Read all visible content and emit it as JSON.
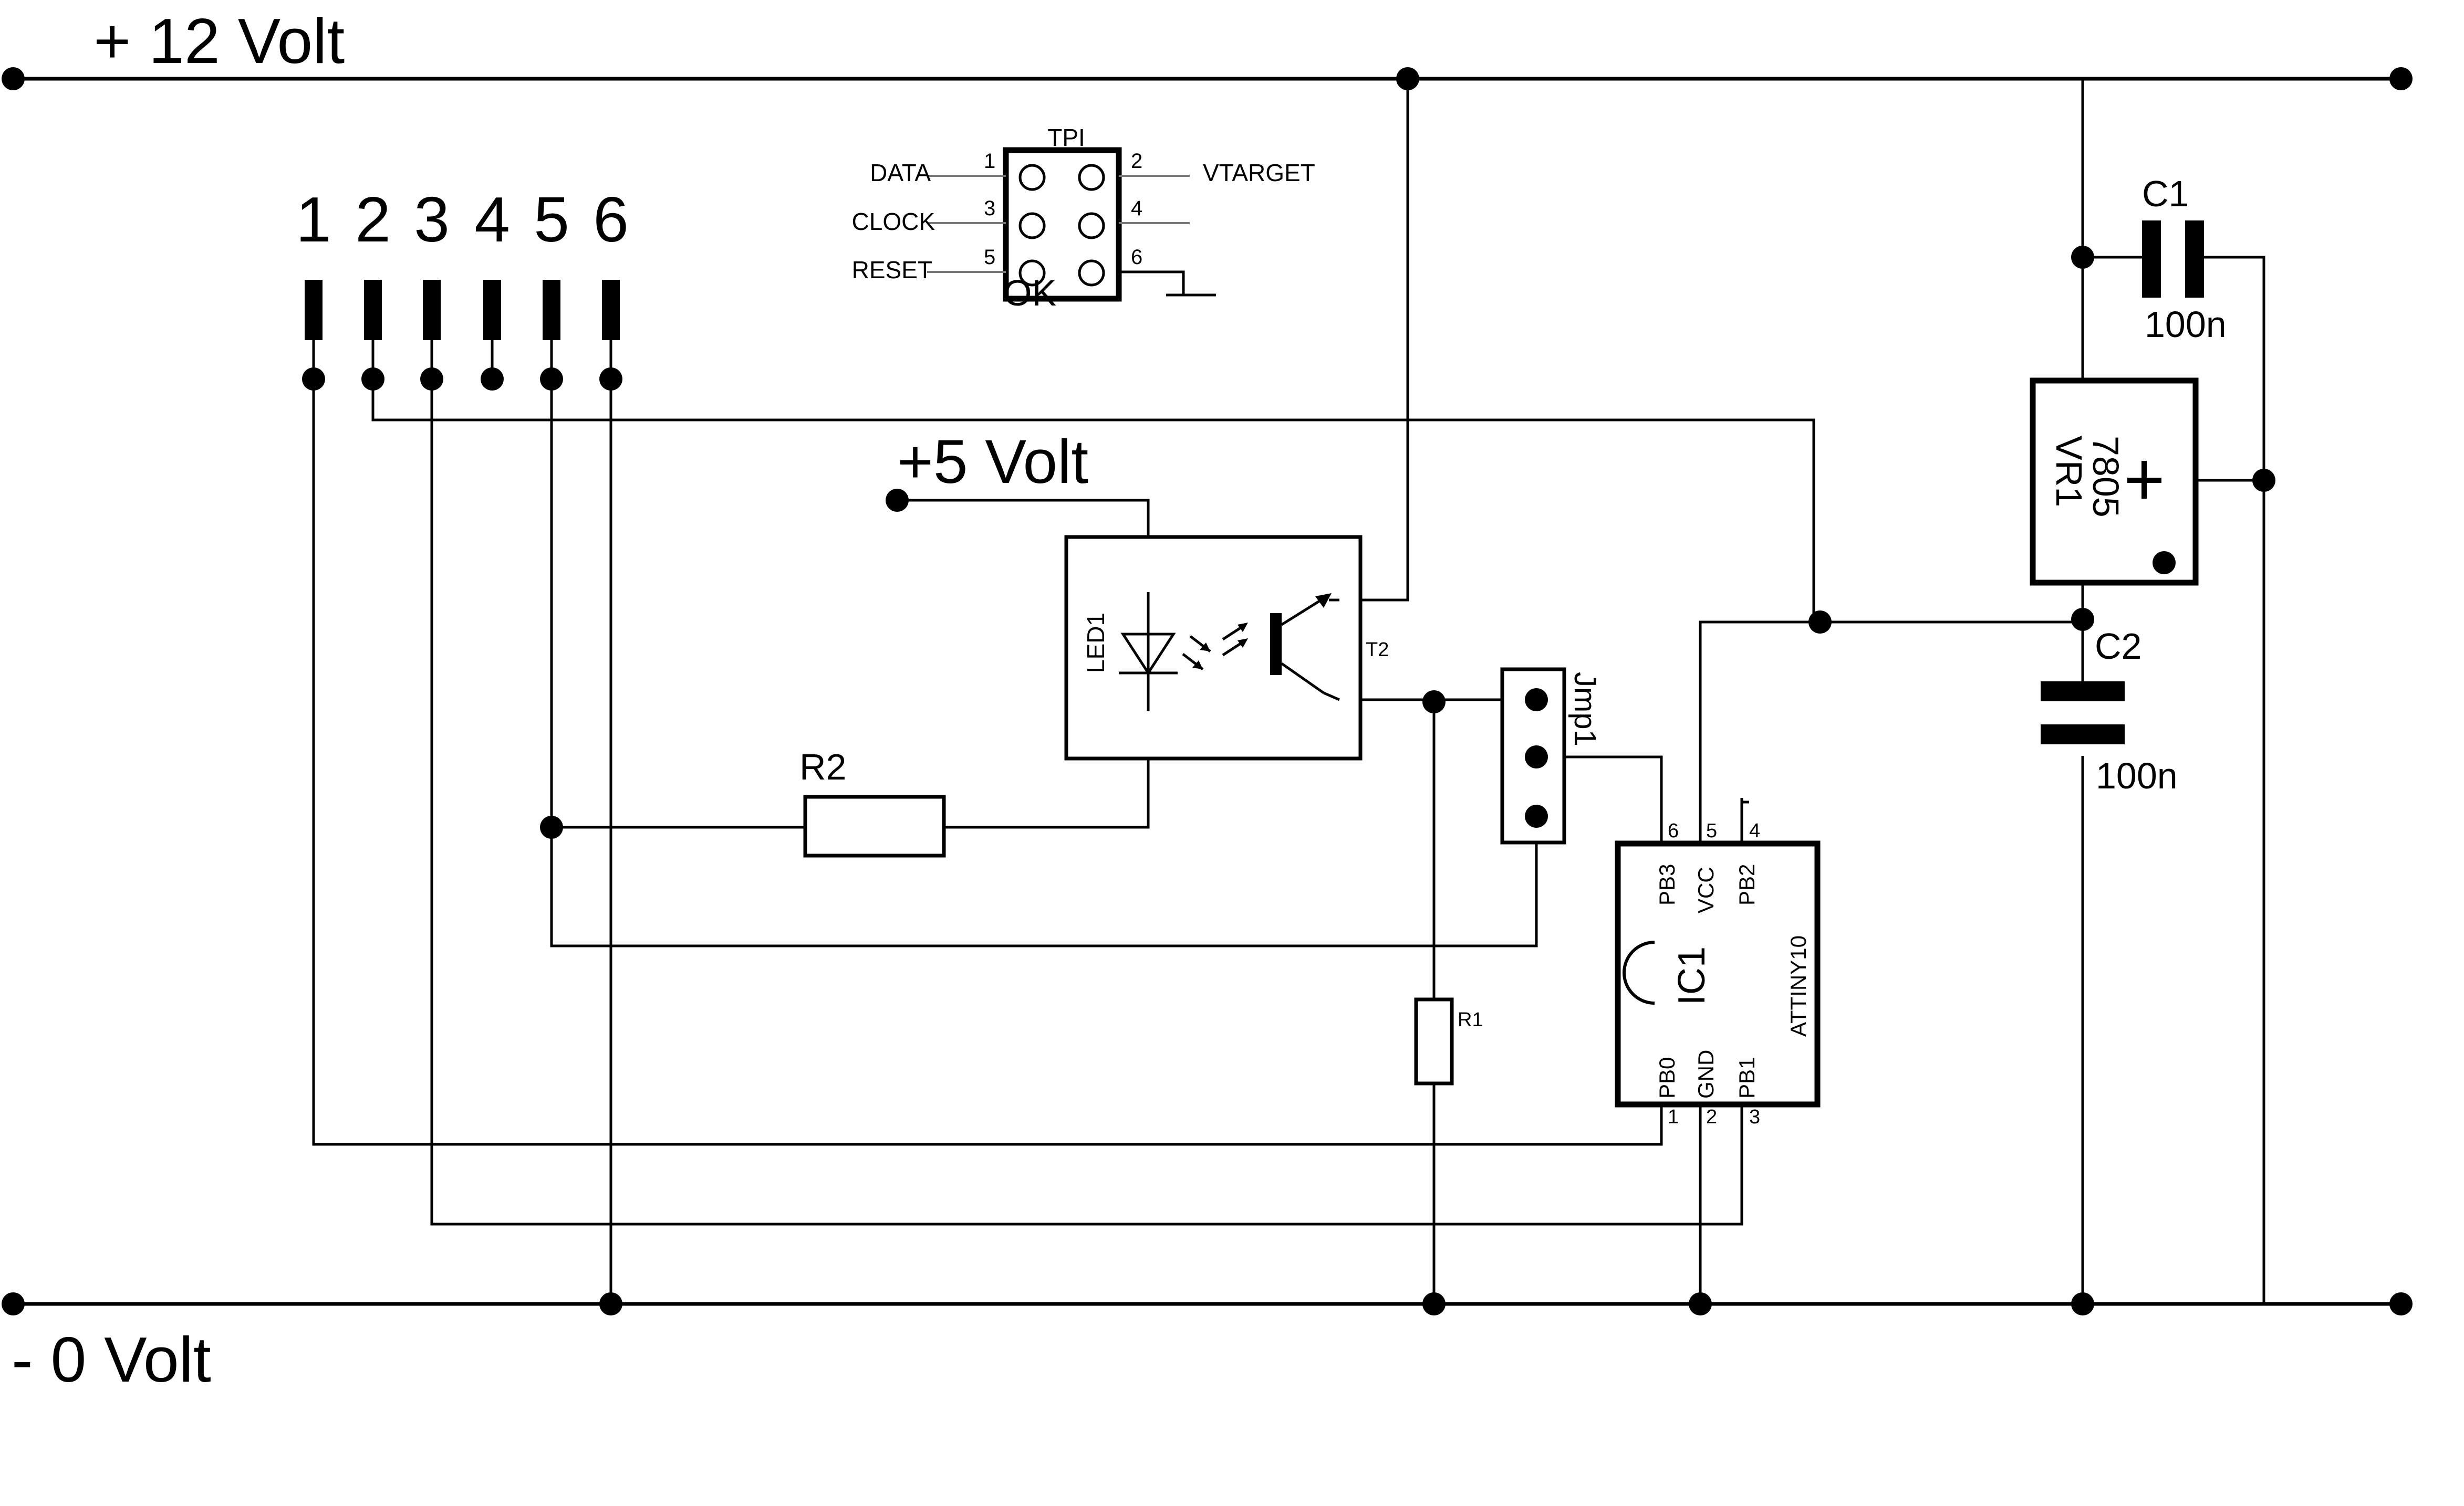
{
  "rails": {
    "positive_label": "+ 12 Volt",
    "negative_label": "- 0 Volt",
    "supply_5v_label": "+5 Volt"
  },
  "connector": {
    "pins": [
      "1",
      "2",
      "3",
      "4",
      "5",
      "6"
    ]
  },
  "tpi": {
    "title": "TPI",
    "left_labels": [
      "DATA",
      "CLOCK",
      "RESET"
    ],
    "left_numbers": [
      "1",
      "3",
      "5"
    ],
    "right_labels": [
      "VTARGET"
    ],
    "right_numbers": [
      "2",
      "4",
      "6"
    ],
    "overlay_text": "OK"
  },
  "components": {
    "c1": {
      "name": "C1",
      "value": "100n"
    },
    "c2": {
      "name": "C2",
      "value": "100n"
    },
    "vr1": {
      "name": "VR1",
      "part": "7805"
    },
    "r1": {
      "name": "R1"
    },
    "r2": {
      "name": "R2"
    },
    "led1": {
      "name": "LED1"
    },
    "t2": {
      "name": "T2"
    },
    "jmp1": {
      "name": "Jmp1"
    },
    "ic1": {
      "name": "IC1",
      "part": "ATTINY10",
      "top_pins": [
        {
          "label": "PB3",
          "num": "6"
        },
        {
          "label": "VCC",
          "num": "5"
        },
        {
          "label": "PB2",
          "num": "4"
        }
      ],
      "bottom_pins": [
        {
          "label": "PB0",
          "num": "1"
        },
        {
          "label": "GND",
          "num": "2"
        },
        {
          "label": "PB1",
          "num": "3"
        }
      ]
    }
  }
}
